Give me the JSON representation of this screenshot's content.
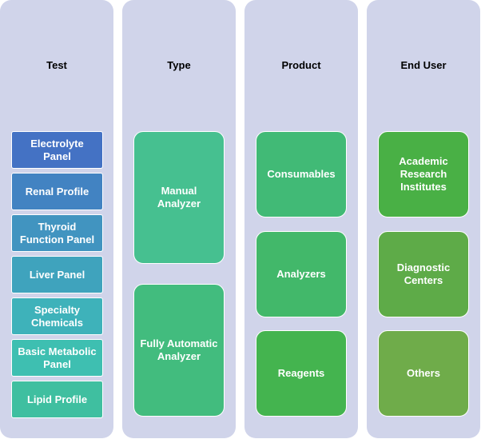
{
  "columns": [
    {
      "title": "Test",
      "items": [
        "Electrolyte\nPanel",
        "Renal Profile",
        "Thyroid\nFunction Panel",
        "Liver Panel",
        "Specialty\nChemicals",
        "Basic Metabolic\nPanel",
        "Lipid Profile"
      ]
    },
    {
      "title": "Type",
      "items": [
        "Manual\nAnalyzer",
        "Fully Automatic\nAnalyzer"
      ]
    },
    {
      "title": "Product",
      "items": [
        "Consumables",
        "Analyzers",
        "Reagents"
      ]
    },
    {
      "title": "End User",
      "items": [
        "Academic\nResearch\nInstitutes",
        "Diagnostic\nCenters",
        "Others"
      ]
    }
  ],
  "colors": {
    "column_bg": "#d0d4ea",
    "test": [
      "#4472c4",
      "#4283c2",
      "#4194c0",
      "#3fa3bd",
      "#3eb2ba",
      "#3ebfb1",
      "#3fbfa0"
    ],
    "type": [
      "#46c090",
      "#42bc7e"
    ],
    "product": [
      "#41ba76",
      "#42b86a",
      "#44b44f"
    ],
    "end_user": [
      "#49b045",
      "#5eab48",
      "#6fac4a"
    ]
  }
}
